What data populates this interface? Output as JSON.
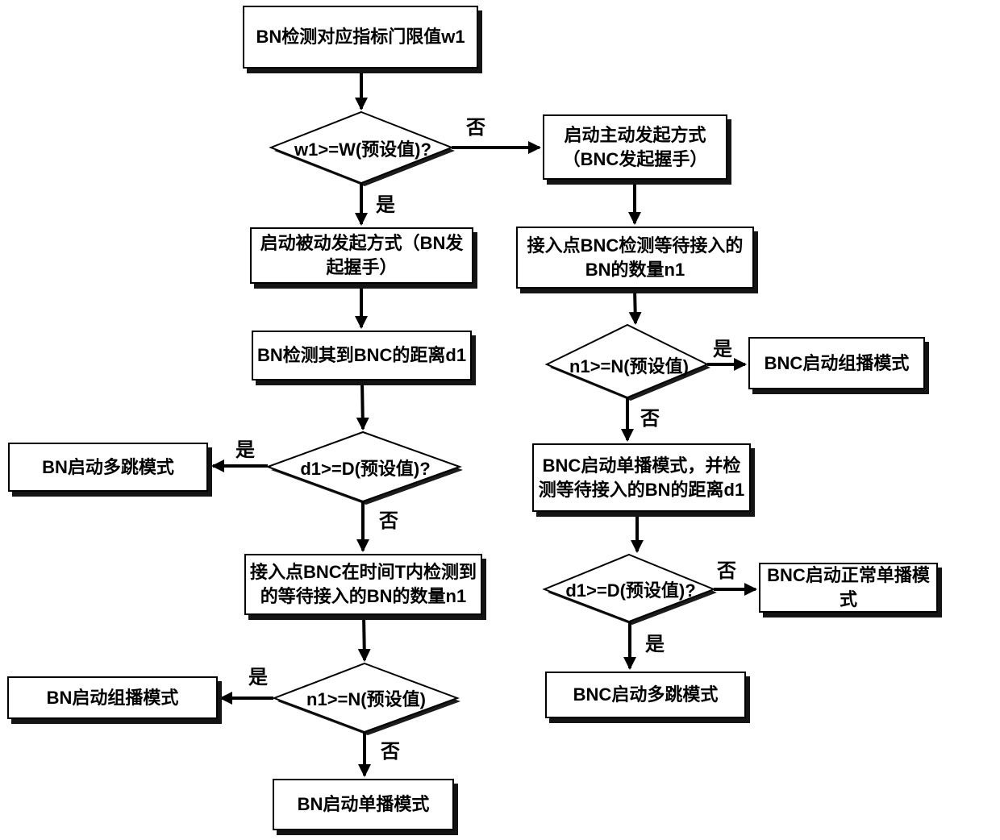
{
  "diagram": {
    "title_hint": "BN/BNC access mode decision flowchart",
    "edge_labels": {
      "yes": "是",
      "no": "否"
    },
    "nodes": {
      "bn_threshold": "BN检测对应指标门限值w1",
      "passive_mode": "启动被动发起方式（BN发\n起握手）",
      "bn_distance": "BN检测其到BNC的距离d1",
      "bn_multihop": "BN启动多跳模式",
      "bnc_count_in_T": "接入点BNC在时间T内检测到\n的等待接入的BN的数量n1",
      "bn_multicast": "BN启动组播模式",
      "bn_unicast": "BN启动单播模式",
      "active_mode": "启动主动发起方式\n（BNC发起握手）",
      "bnc_count": "接入点BNC检测等待接入的\nBN的数量n1",
      "bnc_multicast": "BNC启动组播模式",
      "bnc_unicast_detect": "BNC启动单播模式，并检\n测等待接入的BN的距离d1",
      "bnc_normal_unicast": "BNC启动正常单播模式",
      "bnc_multihop": "BNC启动多跳模式"
    },
    "decisions": {
      "w1_check": "w1>=W(预设值)?",
      "d1_check_left": "d1>=D(预设值)?",
      "n1_check_left": "n1>=N(预设值)",
      "n1_check_right": "n1>=N(预设值)",
      "d1_check_right": "d1>=D(预设值)?"
    },
    "colors": {
      "line": "#000000",
      "fill": "#ffffff",
      "shadow": "#141414"
    }
  }
}
